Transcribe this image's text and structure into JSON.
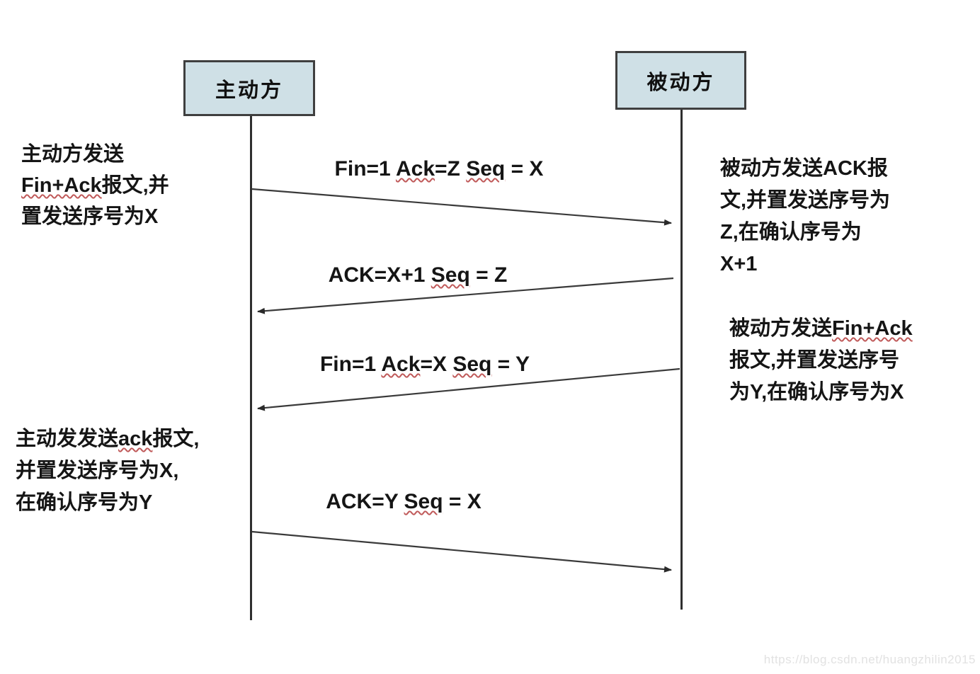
{
  "diagram_title": "TCP four-way handshake (connection release) sequence diagram",
  "actors": {
    "initiator": "主动方",
    "responder": "被动方"
  },
  "messages": [
    {
      "direction": "initiator-to-responder",
      "segments": [
        {
          "text": "Fin=1 "
        },
        {
          "text": "Ack",
          "misspelled": true
        },
        {
          "text": "=Z "
        },
        {
          "text": "Seq",
          "misspelled": true
        },
        {
          "text": " = X"
        }
      ]
    },
    {
      "direction": "responder-to-initiator",
      "segments": [
        {
          "text": "ACK=X+1 "
        },
        {
          "text": "Seq",
          "misspelled": true
        },
        {
          "text": " = Z"
        }
      ]
    },
    {
      "direction": "responder-to-initiator",
      "segments": [
        {
          "text": "Fin=1 "
        },
        {
          "text": "Ack",
          "misspelled": true
        },
        {
          "text": "=X "
        },
        {
          "text": "Seq",
          "misspelled": true
        },
        {
          "text": " = Y"
        }
      ]
    },
    {
      "direction": "initiator-to-responder",
      "segments": [
        {
          "text": "ACK=Y "
        },
        {
          "text": "Seq",
          "misspelled": true
        },
        {
          "text": " = X"
        }
      ]
    }
  ],
  "notes": {
    "left_top": {
      "lines": [
        {
          "segments": [
            {
              "text": "主动方发送"
            }
          ]
        },
        {
          "segments": [
            {
              "text": "Fin+Ack",
              "misspelled": true
            },
            {
              "text": "报文,并"
            }
          ]
        },
        {
          "segments": [
            {
              "text": "置发送序号为X"
            }
          ]
        }
      ]
    },
    "right_top": {
      "lines": [
        {
          "segments": [
            {
              "text": "被动方发送ACK报"
            }
          ]
        },
        {
          "segments": [
            {
              "text": "文,并置发送序号为"
            }
          ]
        },
        {
          "segments": [
            {
              "text": "Z,在确认序号为"
            }
          ]
        },
        {
          "segments": [
            {
              "text": "X+1"
            }
          ]
        }
      ]
    },
    "right_middle": {
      "lines": [
        {
          "segments": [
            {
              "text": "被动方发送"
            },
            {
              "text": "Fin+Ack",
              "misspelled": true
            }
          ]
        },
        {
          "segments": [
            {
              "text": "报文,并置发送序号"
            }
          ]
        },
        {
          "segments": [
            {
              "text": "为Y,在确认序号为X"
            }
          ]
        }
      ]
    },
    "left_bottom": {
      "lines": [
        {
          "segments": [
            {
              "text": "主动发发送"
            },
            {
              "text": "ack",
              "misspelled": true
            },
            {
              "text": "报文,"
            }
          ]
        },
        {
          "segments": [
            {
              "text": "并置发送序号为X,"
            }
          ]
        },
        {
          "segments": [
            {
              "text": "在确认序号为Y"
            }
          ]
        }
      ]
    }
  },
  "watermark": "https://blog.csdn.net/huangzhilin2015",
  "colors": {
    "background": "#ffffff",
    "actor_box_fill": "#cfe0e6",
    "actor_box_border": "#3f3f3f",
    "line": "#3a3a3a",
    "text": "#151515",
    "squiggle": "#c05a5a",
    "watermark": "#e2e2e2"
  }
}
